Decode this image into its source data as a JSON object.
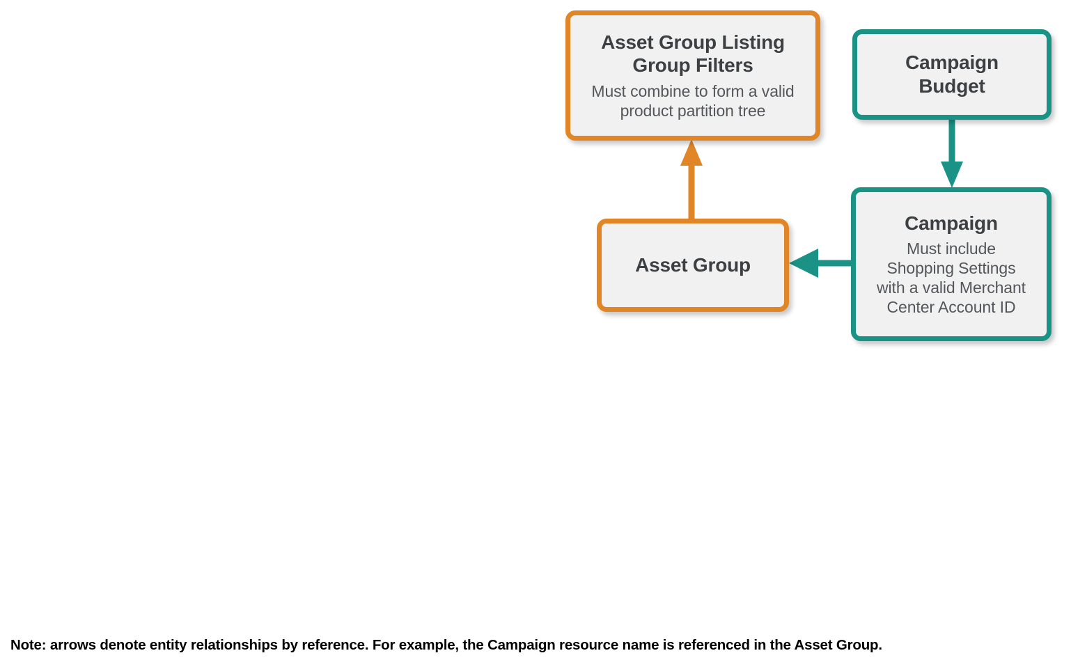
{
  "diagram": {
    "type": "entity-relationship",
    "colors": {
      "orange": "#E18627",
      "teal": "#1A9285",
      "node_fill": "#f1f1f1",
      "title_text": "#3c4043",
      "desc_text": "#53565a",
      "note_text": "#000000"
    },
    "nodes": [
      {
        "id": "asset-group-listing-group-filters",
        "title": "Asset Group Listing Group Filters",
        "title_lines": [
          "Asset Group Listing",
          "Group Filters"
        ],
        "description": "Must combine to form a valid product partition tree",
        "description_lines": [
          "Must combine to form a valid",
          "product partition tree"
        ],
        "color": "orange"
      },
      {
        "id": "campaign-budget",
        "title": "Campaign Budget",
        "title_lines": [
          "Campaign",
          "Budget"
        ],
        "description": "",
        "color": "teal"
      },
      {
        "id": "asset-group",
        "title": "Asset Group",
        "title_lines": [
          "Asset Group"
        ],
        "description": "",
        "color": "orange"
      },
      {
        "id": "campaign",
        "title": "Campaign",
        "title_lines": [
          "Campaign"
        ],
        "description": "Must include Shopping Settings with a valid Merchant Center Account ID",
        "description_lines": [
          "Must include",
          "Shopping Settings",
          "with a valid Merchant",
          "Center Account ID"
        ],
        "color": "teal"
      }
    ],
    "edges": [
      {
        "id": "asset-group-to-listing-group-filters",
        "from": "asset-group",
        "to": "asset-group-listing-group-filters",
        "direction": "up",
        "color": "orange"
      },
      {
        "id": "campaign-budget-to-campaign",
        "from": "campaign-budget",
        "to": "campaign",
        "direction": "down",
        "color": "teal"
      },
      {
        "id": "campaign-to-asset-group",
        "from": "campaign",
        "to": "asset-group",
        "direction": "left",
        "color": "teal"
      }
    ],
    "note": "Note: arrows denote entity relationships by reference. For example, the Campaign resource name is referenced in the Asset Group."
  }
}
